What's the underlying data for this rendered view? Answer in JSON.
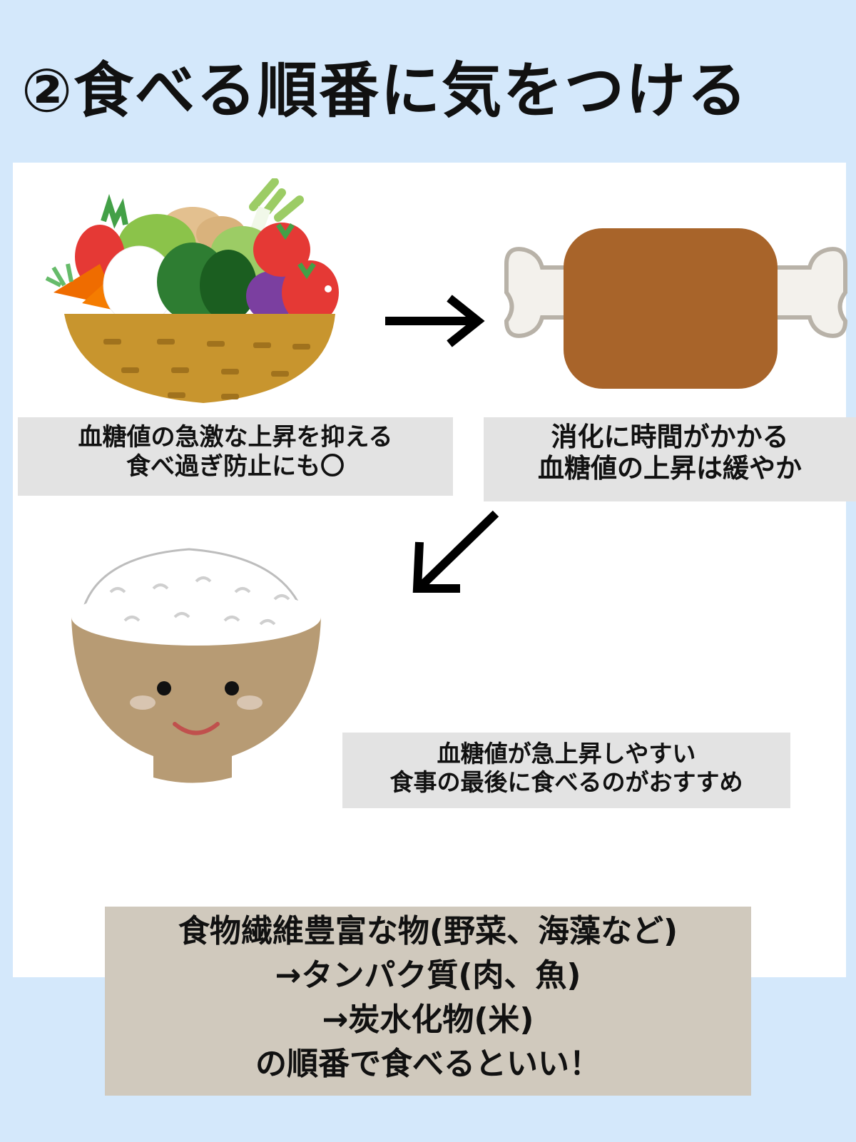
{
  "title": "②食べる順番に気をつける",
  "steps": [
    {
      "icon": "vegetable-basket-icon",
      "caption_lines": [
        "血糖値の急激な上昇を抑える",
        "食べ過ぎ防止にも〇"
      ]
    },
    {
      "icon": "meat-on-bone-icon",
      "caption_lines": [
        "消化に時間がかかる",
        "血糖値の上昇は緩やか"
      ]
    },
    {
      "icon": "rice-bowl-icon",
      "caption_lines": [
        "血糖値が急上昇しやすい",
        "食事の最後に食べるのがおすすめ"
      ]
    }
  ],
  "arrows": [
    "arrow-right-icon",
    "arrow-down-left-icon"
  ],
  "summary": {
    "lines": [
      "食物繊維豊富な物(野菜、海藻など)",
      "→タンパク質(肉、魚)",
      "→炭水化物(米)",
      "の順番で食べるといい！"
    ]
  },
  "colors": {
    "background": "#d4e8fb",
    "panel": "#ffffff",
    "caption_bg": "#e3e3e3",
    "summary_bg": "#d0c9bd",
    "basket": "#c8952e",
    "meat": "#a8642a",
    "bowl": "#b79b74"
  }
}
